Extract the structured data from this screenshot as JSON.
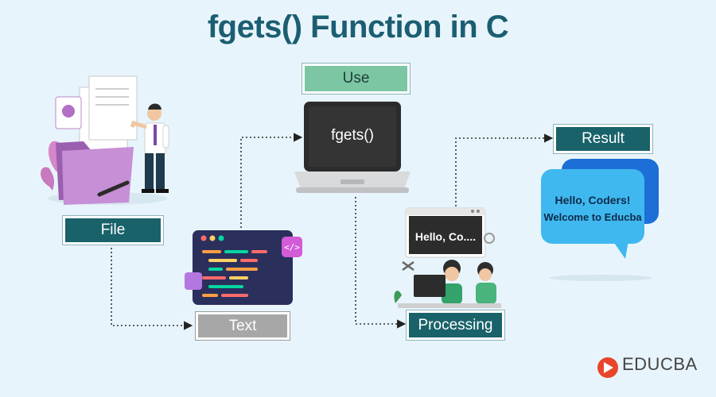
{
  "title": "fgets() Function in C",
  "labels": {
    "use": "Use",
    "file": "File",
    "text": "Text",
    "processing": "Processing",
    "result": "Result"
  },
  "laptop_text": "fgets()",
  "monitor_text": "Hello, Co....",
  "result_bubble": {
    "line1": "Hello, Coders!",
    "line2": "Welcome to Educba"
  },
  "logo_text": "EDUCBA",
  "colors": {
    "title": "#1b5e72",
    "dark_label": "#19626a",
    "mint_label": "#7cc6a3",
    "gray_label": "#a7a7a7",
    "bubble": "#3fb8ef"
  }
}
